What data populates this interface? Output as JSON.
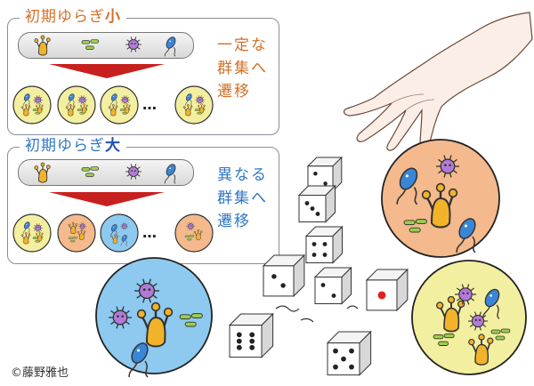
{
  "panel_small": {
    "title_prefix": "初期ゆらぎ",
    "title_strong": "小",
    "side_lines": [
      "一定な",
      "群集へ",
      "遷移"
    ],
    "ellipsis": "…"
  },
  "panel_large": {
    "title_prefix": "初期ゆらぎ",
    "title_strong": "大",
    "side_lines": [
      "異なる",
      "群集へ",
      "遷移"
    ],
    "ellipsis": "…"
  },
  "credit": "©藤野雅也",
  "colors": {
    "orange_text": "#d2702a",
    "blue_text": "#2f78c4",
    "yellow_dish": "#f3efa0",
    "orange_dish": "#f4b98c",
    "blue_dish": "#8ec9ef",
    "arrow_red": "#c8201e"
  }
}
